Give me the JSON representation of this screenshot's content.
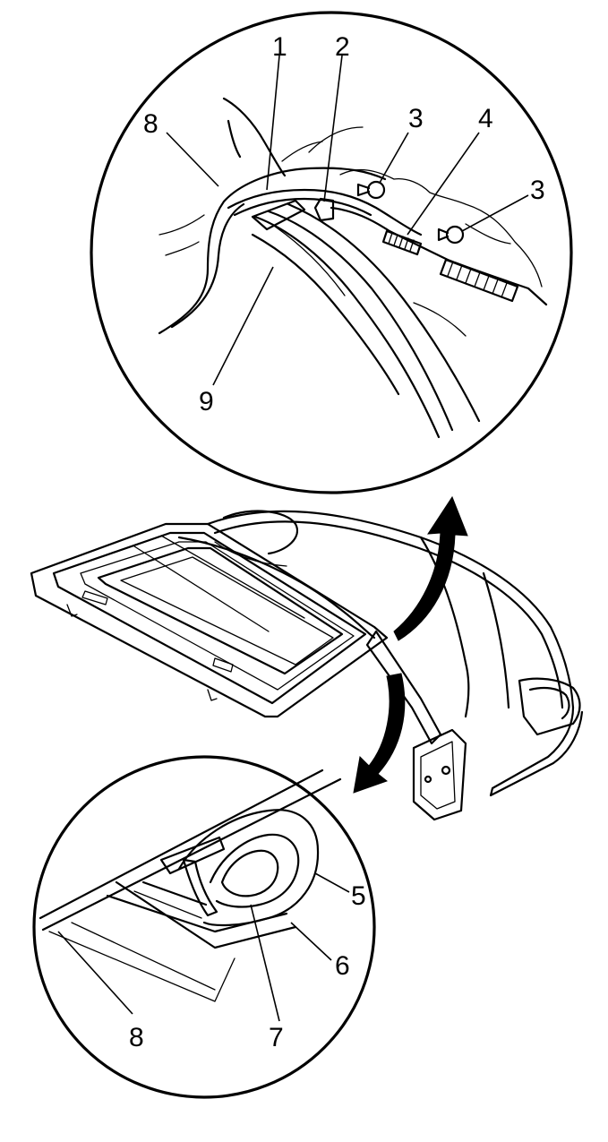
{
  "callouts": {
    "c1": "1",
    "c2": "2",
    "c3a": "3",
    "c3b": "3",
    "c4": "4",
    "c5": "5",
    "c6": "6",
    "c7": "7",
    "c8a": "8",
    "c8b": "8",
    "c9": "9"
  }
}
